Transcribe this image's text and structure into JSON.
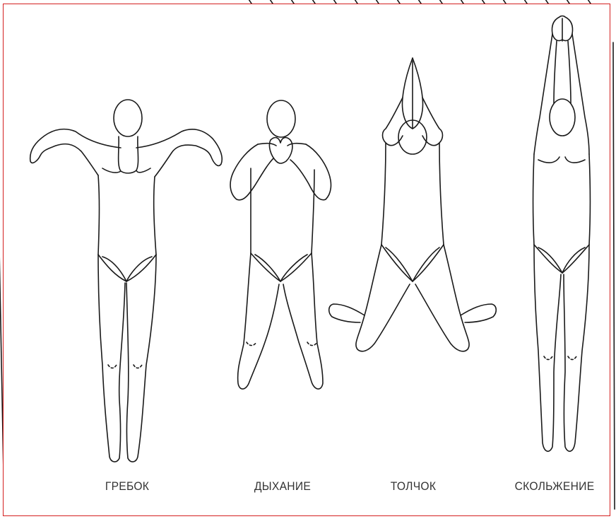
{
  "captions": {
    "stroke": "ГРЕБОК",
    "breath": "ДЫХАНИЕ",
    "push": "ТОЛЧОК",
    "glide": "СКОЛЬЖЕНИЕ"
  },
  "colors": {
    "frame_border": "#d42020",
    "line": "#1a1a1a",
    "caption": "#333333"
  }
}
